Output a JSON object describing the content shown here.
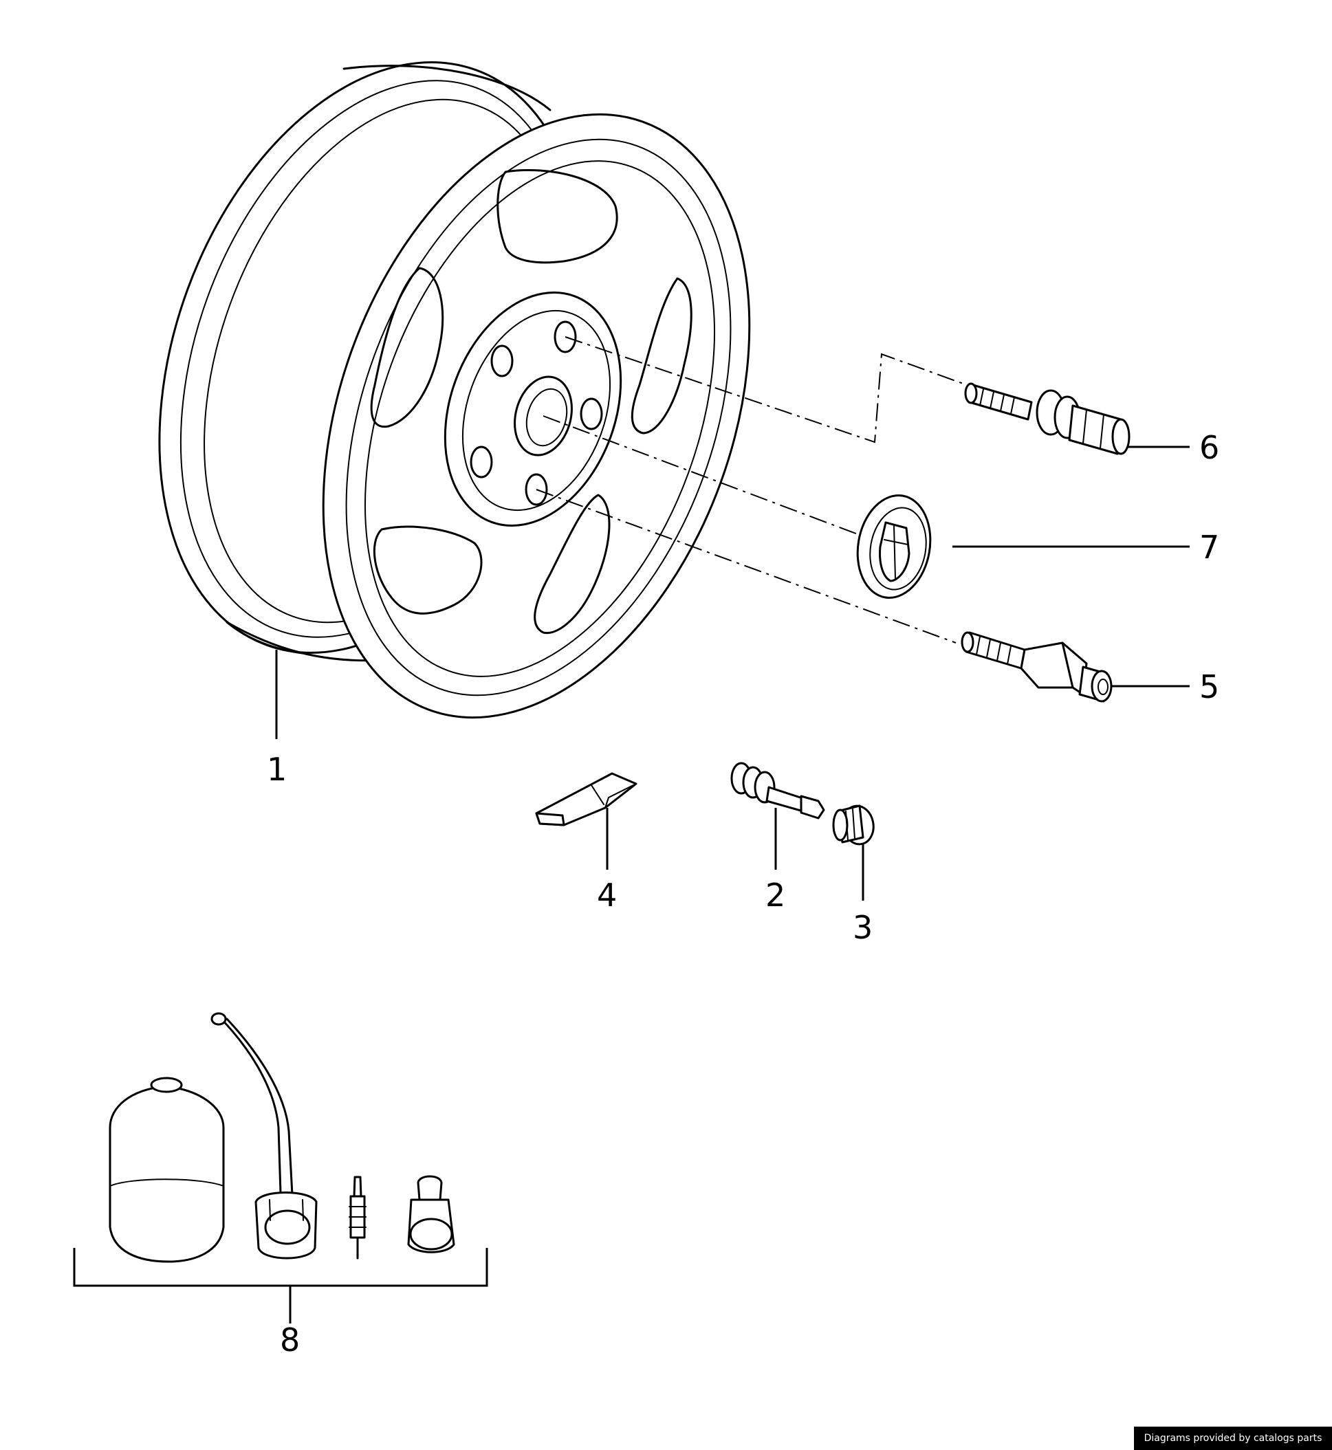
{
  "callouts": [
    {
      "id": "1",
      "text": "1"
    },
    {
      "id": "2",
      "text": "2"
    },
    {
      "id": "3",
      "text": "3"
    },
    {
      "id": "4",
      "text": "4"
    },
    {
      "id": "5",
      "text": "5"
    },
    {
      "id": "6",
      "text": "6"
    },
    {
      "id": "7",
      "text": "7"
    },
    {
      "id": "8",
      "text": "8"
    }
  ],
  "credit": "Diagrams provided by catalogs parts",
  "colors": {
    "line": "#000000",
    "background": "#ffffff",
    "credit_bg": "#000000",
    "credit_text": "#ffffff"
  },
  "icons": [
    "wheel-rim-icon",
    "valve-stem-icon",
    "valve-cap-icon",
    "balance-weight-icon",
    "wheel-bolt-icon",
    "lug-bolt-icon",
    "center-cap-crest-icon",
    "tire-repair-kit-icon"
  ]
}
